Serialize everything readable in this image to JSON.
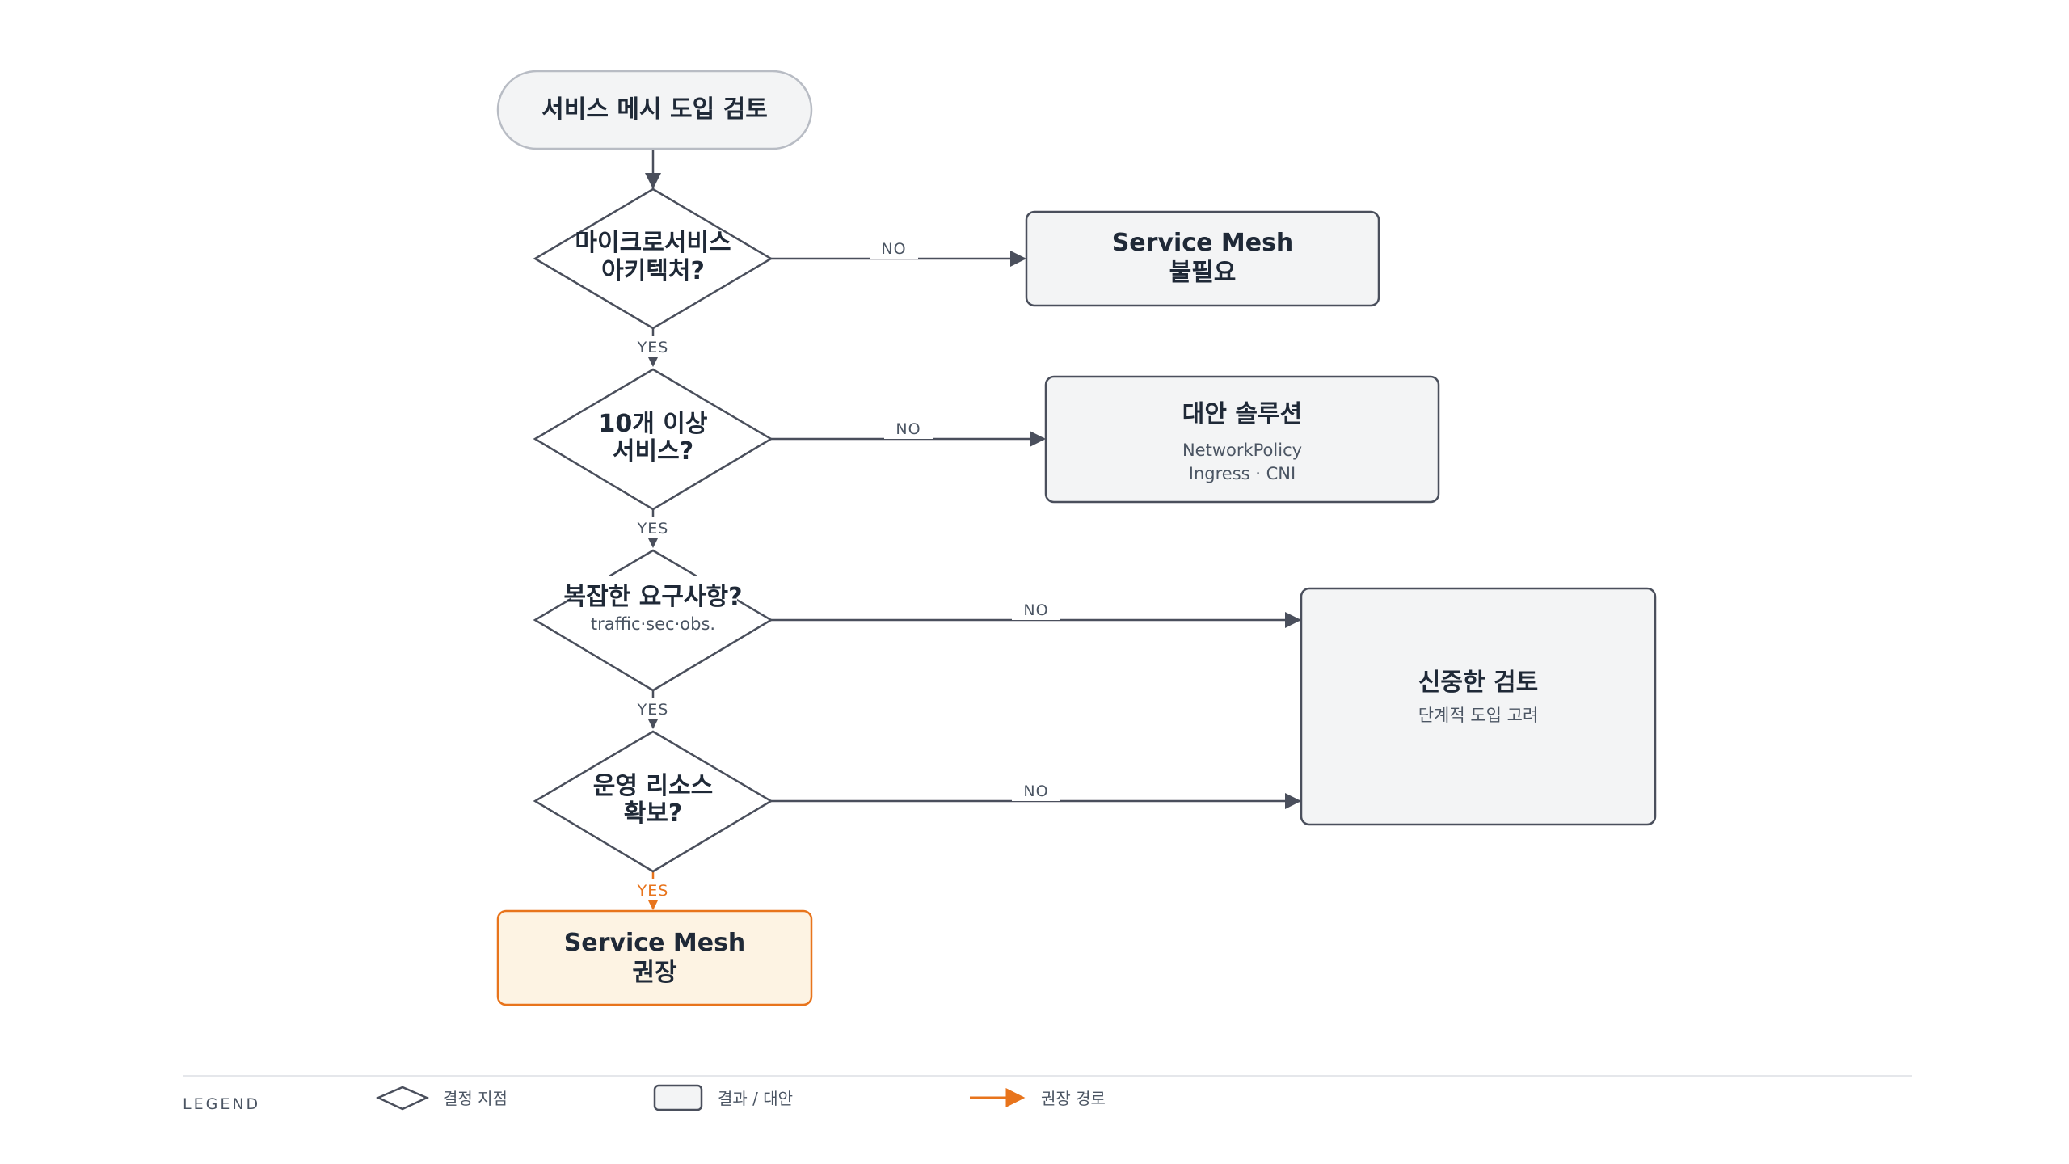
{
  "colors": {
    "stroke": "#4a4f5c",
    "box_fill": "#f3f4f5",
    "start_fill": "#f3f4f5",
    "start_stroke": "#b8bcc4",
    "accent": "#e8741c",
    "accent_fill": "#fdf3e3",
    "text": "#1f2937",
    "muted": "#4b5563"
  },
  "nodes": {
    "start": {
      "title": "서비스 메시 도입 검토"
    },
    "q1": {
      "line1": "마이크로서비스",
      "line2": "아키텍처?"
    },
    "q2": {
      "line1": "10개 이상",
      "line2": "서비스?"
    },
    "q3": {
      "line1": "복잡한 요구사항?",
      "sub": "traffic·sec·obs."
    },
    "q4": {
      "line1": "운영 리소스",
      "line2": "확보?"
    },
    "out_none": {
      "line1": "Service Mesh",
      "line2": "불필요"
    },
    "out_alt": {
      "title": "대안 솔루션",
      "sub1": "NetworkPolicy",
      "sub2": "Ingress · CNI"
    },
    "out_careful": {
      "title": "신중한 검토",
      "sub": "단계적 도입 고려"
    },
    "out_recommend": {
      "line1": "Service Mesh",
      "line2": "권장"
    }
  },
  "edges": {
    "yes": "YES",
    "no": "NO"
  },
  "legend": {
    "title": "LEGEND",
    "decision": "결정 지점",
    "result": "결과 / 대안",
    "recommended": "권장 경로"
  }
}
